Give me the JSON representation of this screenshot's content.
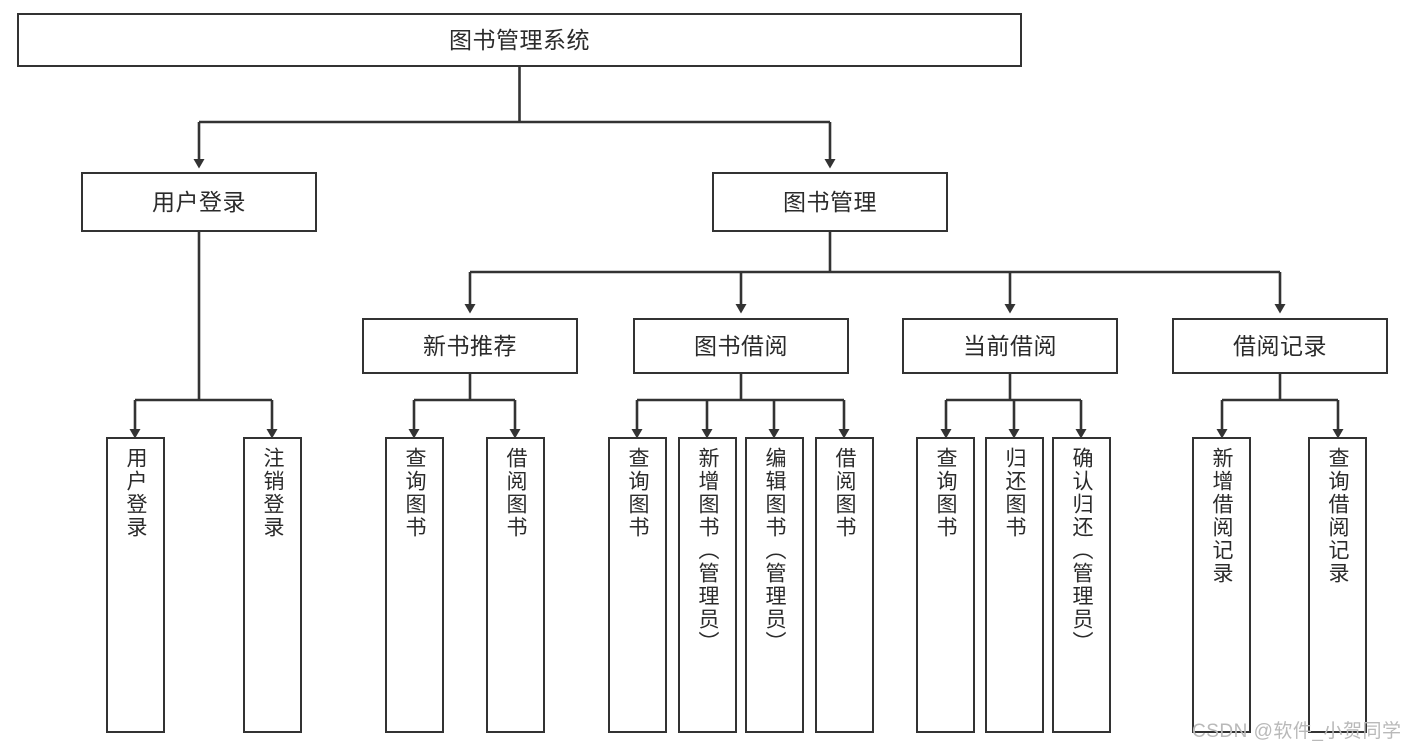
{
  "diagram": {
    "title": "图书管理系统",
    "type": "tree-hierarchy-chart",
    "stroke_color": "#333333",
    "fill_color": "#ffffff",
    "text_color": "#2b2b2b"
  },
  "nodes": {
    "root": {
      "label": "图书管理系统"
    },
    "level2": [
      {
        "label": "用户登录"
      },
      {
        "label": "图书管理"
      }
    ],
    "level3": [
      {
        "label": "新书推荐"
      },
      {
        "label": "图书借阅"
      },
      {
        "label": "当前借阅"
      },
      {
        "label": "借阅记录"
      }
    ],
    "leaves_user_login": [
      {
        "label": "用户登录"
      },
      {
        "label": "注销登录"
      }
    ],
    "leaves_new_book": [
      {
        "label": "查询图书"
      },
      {
        "label": "借阅图书"
      }
    ],
    "leaves_borrow": [
      {
        "label": "查询图书"
      },
      {
        "label": "新增图书（管理员）"
      },
      {
        "label": "编辑图书（管理员）"
      },
      {
        "label": "借阅图书"
      }
    ],
    "leaves_current": [
      {
        "label": "查询图书"
      },
      {
        "label": "归还图书"
      },
      {
        "label": "确认归还（管理员）"
      }
    ],
    "leaves_records": [
      {
        "label": "新增借阅记录"
      },
      {
        "label": "查询借阅记录"
      }
    ]
  },
  "watermark": {
    "text": "CSDN @软件_小贺同学"
  }
}
